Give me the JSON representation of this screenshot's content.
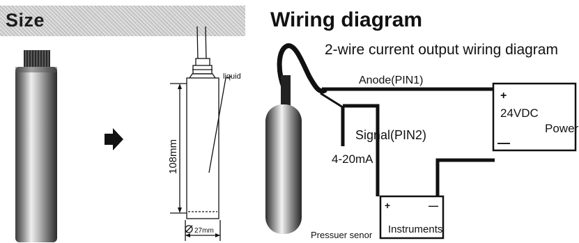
{
  "size_section": {
    "title": "Size",
    "dimension_height": "108mm",
    "dimension_width": "27mm",
    "liquid_label": "liquid"
  },
  "wiring_section": {
    "title": "Wiring diagram",
    "subtitle": "2-wire current output wiring diagram",
    "anode_label": "Anode(PIN1)",
    "signal_label": "Signal(PIN2)",
    "current_label": "4-20mA",
    "sensor_label": "Pressuer senor",
    "power_box": {
      "plus": "+",
      "minus": "—",
      "voltage": "24VDC",
      "label": "Power"
    },
    "instrument_box": {
      "plus": "+",
      "minus": "—",
      "label": "Instruments"
    }
  }
}
